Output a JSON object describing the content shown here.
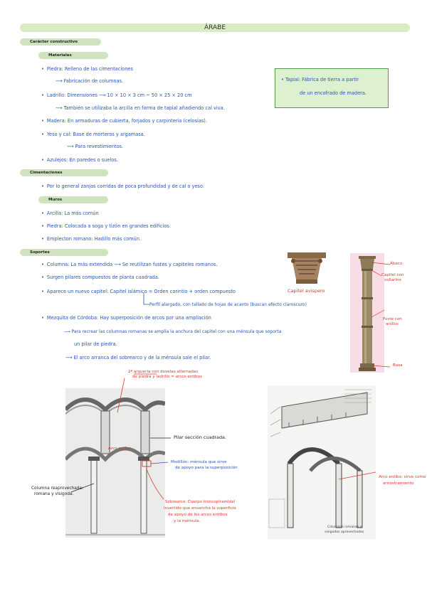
{
  "title": "ÁRABE",
  "headers": {
    "caracter": "Carácter constructivo",
    "materiales": "Materiales",
    "cimentaciones": "Cimentaciones",
    "muros": "Muros",
    "soportes": "Soportes"
  },
  "materiales": {
    "l1": "Piedra: Relleno de las cimentaciones",
    "l2": "Fabricación de columnas.",
    "l3": "Ladrillo: Dimensiones ⟶ 10 × 10 × 3 cm ~ 50 × 25 × 20 cm",
    "l4": "También se utilizaba la arcilla en forma de tapial añadiendo cal viva.",
    "l5": "Madera: En armaduras de cubierta, forjados y carpintería (celosías).",
    "l6": "Yeso y cal: Base de morteros y argamasa.",
    "l7": "Para revestimientos.",
    "l8": "Azulejos: En paredes o suelos."
  },
  "tapial": {
    "l1": "• Tapial: Fábrica de tierra a partir",
    "l2": "de un encofrado de madera."
  },
  "cimentaciones": {
    "l1": "Por lo general zanjas corridas de poca profundidad y de cal o yeso."
  },
  "muros": {
    "l1": "Arcilla: La más común",
    "l2": "Piedra: Colocada a soga y tizón en grandes edificios.",
    "l3": "Emplecton romano: Hadillo más común."
  },
  "soportes": {
    "l1": "Columna: La más extendida ⟶ Se reutilizan fustes y capiteles romanos.",
    "l2": "Surgen pilares compuestos de planta cuadrada.",
    "l3": "Aparece un nuevo capitel: Capitel islámico = Orden corintio + orden compuesto",
    "l4": "Perfil alargado, con tallado de hojas de acanto (buscan efecto claroscuro)",
    "l5": "Mezquita de Córdoba: Hay superposición de arcos por una ampliación",
    "l6": "Para recrear las columnas romanas se amplía la anchura del capitel con una ménsula que soporta",
    "l7": "un pilar de piedra.",
    "l8": "El arco arranca del sobrearco y de la ménsula sale el pilar."
  },
  "capitel_label": "Capitel avispero",
  "column_labels": {
    "abaco": "Ábaco",
    "capitel1": "Capitel con",
    "capitel2": "collarino",
    "fuste1": "Fuste con",
    "fuste2": "anillos",
    "basa": "Basa"
  },
  "arch_labels": {
    "dovelas1": "2ª arquería con dovelas alternadas",
    "dovelas2": "de piedra y ladrillo = arcos entibos",
    "arco_entibo": "Arco entibo",
    "pilar": "Pilar sección cuadrada.",
    "modillon1": "Modillón: ménsula que sirve",
    "modillon2": "de apoyo para la superposición",
    "columna1": "Columna reaprovechada:",
    "columna2": "romana y visigoda.",
    "sobrearco1": "Sobrearco: Cuerpo troncopiramidal",
    "sobrearco2": "invertido que ensancha la superficie",
    "sobrearco3": "de apoyo de los arcos entibos",
    "sobrearco4": "y la ménsula."
  },
  "right_labels": {
    "entibo1": "Arco entibo: sirve como",
    "entibo2": "arriostramiento",
    "caption1": "Columnas romanas o",
    "caption2": "visigodas aprovechadas"
  }
}
